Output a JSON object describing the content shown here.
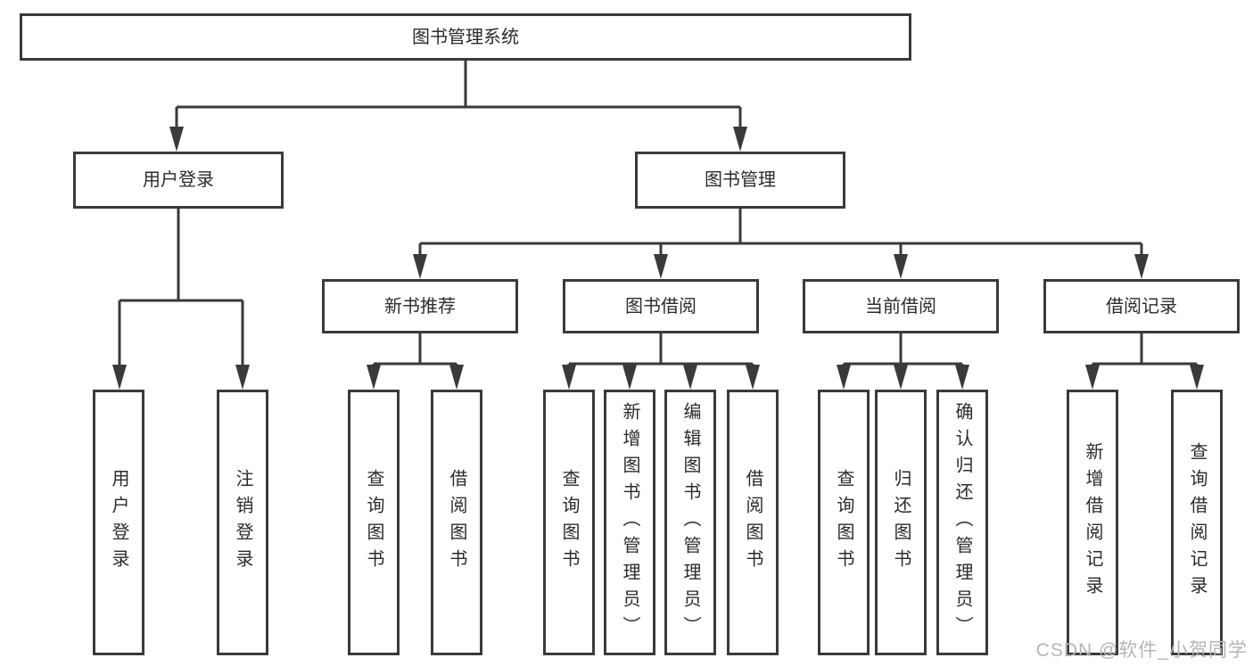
{
  "tree": {
    "root": {
      "label": "图书管理系统"
    },
    "branches": [
      {
        "label": "用户登录",
        "children": [
          {
            "label": "用户登录"
          },
          {
            "label": "注销登录"
          }
        ]
      },
      {
        "label": "图书管理",
        "sections": [
          {
            "label": "新书推荐",
            "children": [
              {
                "label": "查询图书"
              },
              {
                "label": "借阅图书"
              }
            ]
          },
          {
            "label": "图书借阅",
            "children": [
              {
                "label": "查询图书"
              },
              {
                "label": "新增图书（管理员）"
              },
              {
                "label": "编辑图书（管理员）"
              },
              {
                "label": "借阅图书"
              }
            ]
          },
          {
            "label": "当前借阅",
            "children": [
              {
                "label": "查询图书"
              },
              {
                "label": "归还图书"
              },
              {
                "label": "确认归还（管理员）"
              }
            ]
          },
          {
            "label": "借阅记录",
            "children": [
              {
                "label": "新增借阅记录"
              },
              {
                "label": "查询借阅记录"
              }
            ]
          }
        ]
      }
    ]
  },
  "watermark": {
    "text": "CSDN @软件_小贺同学"
  },
  "colors": {
    "line": "#3a3a3a",
    "text": "#2b2b2b",
    "watermark": "#b5b5b5",
    "background": "#ffffff"
  }
}
